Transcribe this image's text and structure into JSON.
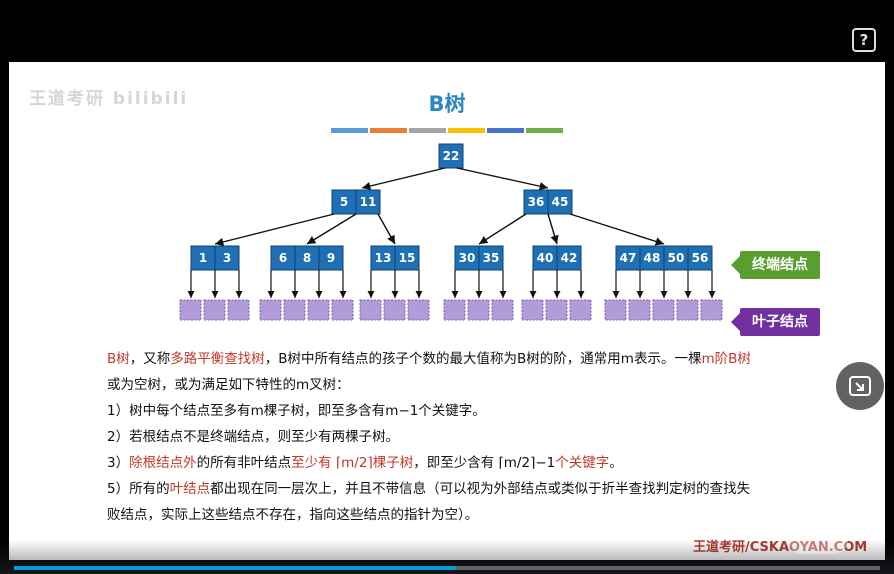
{
  "slide": {
    "watermark": "王道考研 bilibili",
    "title": "B树",
    "color_bars": [
      "#5b9bd5",
      "#ed7d31",
      "#a5a5a5",
      "#ffc000",
      "#4472c4",
      "#70ad47"
    ],
    "tree": {
      "root": [
        "22"
      ],
      "level2": [
        [
          "5",
          "11"
        ],
        [
          "36",
          "45"
        ]
      ],
      "level3": [
        [
          "1",
          "3"
        ],
        [
          "6",
          "8",
          "9"
        ],
        [
          "13",
          "15"
        ],
        [
          "30",
          "35"
        ],
        [
          "40",
          "42"
        ],
        [
          "47",
          "48",
          "50",
          "56"
        ]
      ]
    },
    "labels": {
      "terminal_node": "终端结点",
      "leaf_node": "叶子结点"
    },
    "description": {
      "line1": {
        "p1": "B树",
        "p2": "，又称",
        "p3": "多路平衡查找树",
        "p4": "，B树中所有结点的孩子个数的最大值称为B树的阶，通常用m表示。一棵",
        "p5": "m阶B树"
      },
      "line2": "或为空树，或为满足如下特性的m叉树：",
      "line3": "1）树中每个结点至多有m棵子树，即至多含有m−1个关键字。",
      "line4": "2）若根结点不是终端结点，则至少有两棵子树。",
      "line5": {
        "p1": "3）",
        "p2": "除根结点外",
        "p3": "的所有非叶结点",
        "p4": "至少有 ⌈m/2⌉棵子树",
        "p5": "，即至少含有 ⌈m/2⌉−1",
        "p6": "个关键字",
        "p7": "。"
      },
      "line6": {
        "p1": "5）所有的",
        "p2": "叶结点",
        "p3": "都出现在同一层次上，并且不带信息（可以视为外部结点或类似于折半查找判定树的查找失"
      },
      "line7": "败结点，实际上这些结点不存在，指向这些结点的指针为空）。"
    },
    "credit": "王道考研/CSKAOYAN.COM"
  },
  "player": {
    "progress_fraction": 0.51,
    "help_glyph": "?"
  },
  "icons": {
    "help": "help-icon",
    "pip": "picture-in-picture-icon",
    "play": "play-icon"
  }
}
